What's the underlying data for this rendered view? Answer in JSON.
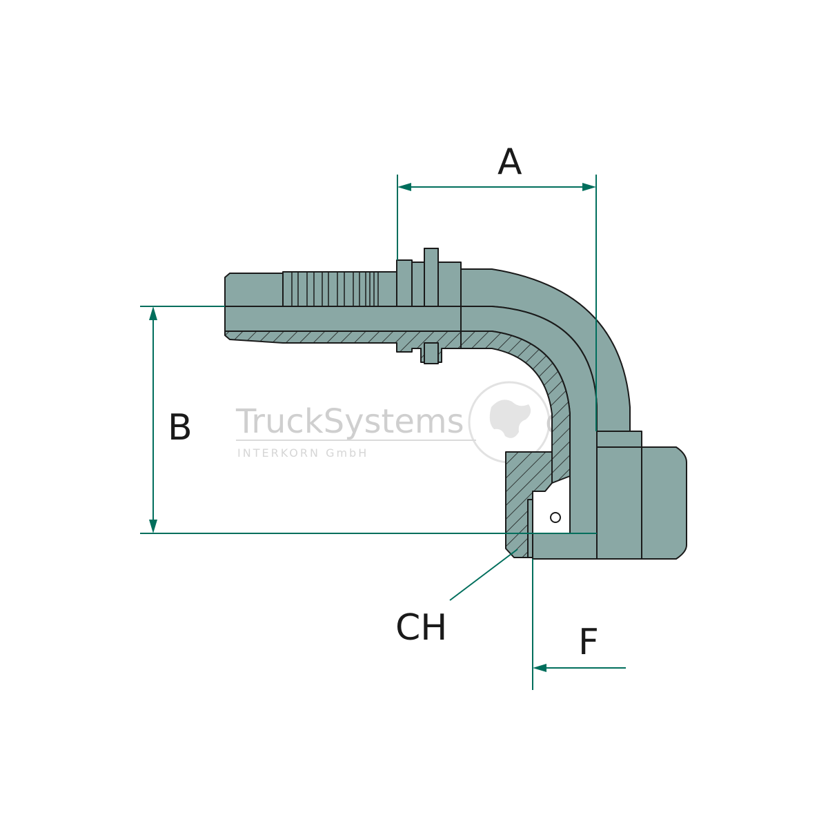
{
  "diagram": {
    "dimension_labels": {
      "a": "A",
      "b": "B",
      "ch": "CH",
      "f": "F"
    },
    "colors": {
      "body_fill": "#8aa8a5",
      "outline": "#1a1a1a",
      "dimension_line": "#006e5c",
      "section_fill": "#8aa8a5"
    }
  },
  "watermark": {
    "brand_left": "TruckSystems",
    "brand_right": "de",
    "company": "INTERKORN GmbH",
    "copyright": "©"
  }
}
